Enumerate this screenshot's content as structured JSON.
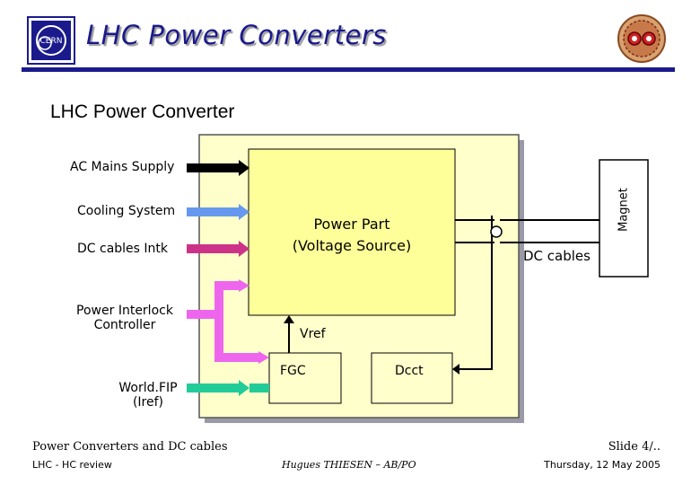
{
  "header": {
    "title": "LHC Power Converters",
    "logo_left_text": "CERN",
    "title_color": "#1a1a8c"
  },
  "subtitle": "LHC Power Converter",
  "inputs": {
    "ac_mains": "AC Mains Supply",
    "cooling": "Cooling System",
    "dc_cables_intk": "DC cables Intk",
    "power_interlock_line1": "Power Interlock",
    "power_interlock_line2": "Controller",
    "worldfip_line1": "World.FIP",
    "worldfip_line2": "(Iref)"
  },
  "converter": {
    "power_part_line1": "Power Part",
    "power_part_line2": "(Voltage Source)",
    "vref": "Vref",
    "fgc": "FGC",
    "dcct": "Dcct"
  },
  "outputs": {
    "dc_cables": "DC cables",
    "magnet": "Magnet"
  },
  "footer": {
    "left_line1": "Power Converters and DC cables",
    "left_line2": "LHC - HC review",
    "center": "Hugues THIESEN – AB/PO",
    "right_line1": "Slide 4/..",
    "right_line2": "Thursday, 12 May 2005"
  },
  "colors": {
    "box_bg": "#ffffcc",
    "shadow": "#9a9aa6",
    "ac_arrow": "#000000",
    "cooling_arrow": "#6699ee",
    "dc_intk_arrow": "#cc3388",
    "interlock_arrow": "#ee66ee",
    "worldfip_arrow": "#22cc99"
  }
}
